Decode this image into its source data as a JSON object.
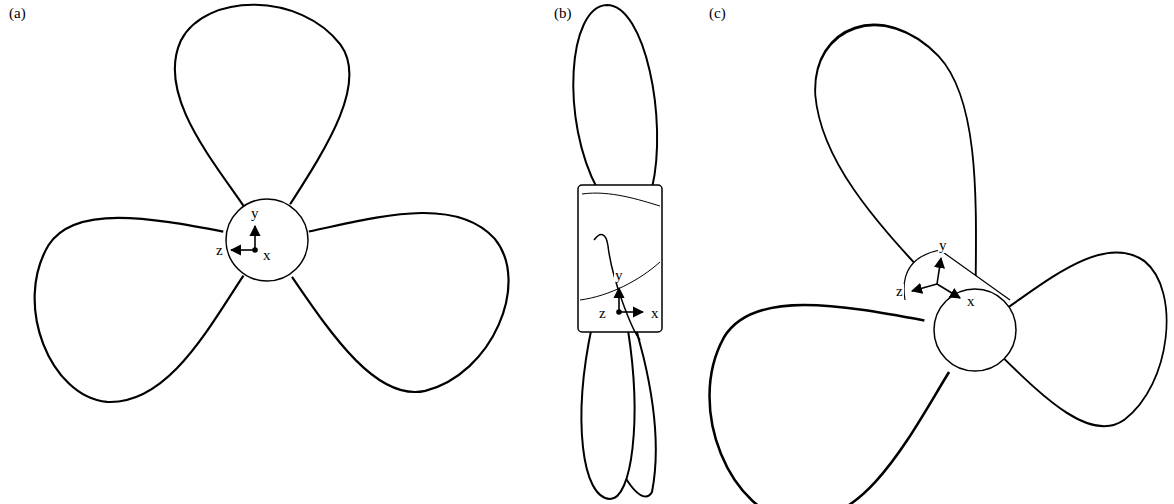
{
  "diagram": {
    "labels": [
      "(a)",
      "(b)",
      "(c)",
      "y",
      "z",
      "x",
      "y",
      "z",
      "x",
      "y",
      "z",
      "x"
    ]
  }
}
